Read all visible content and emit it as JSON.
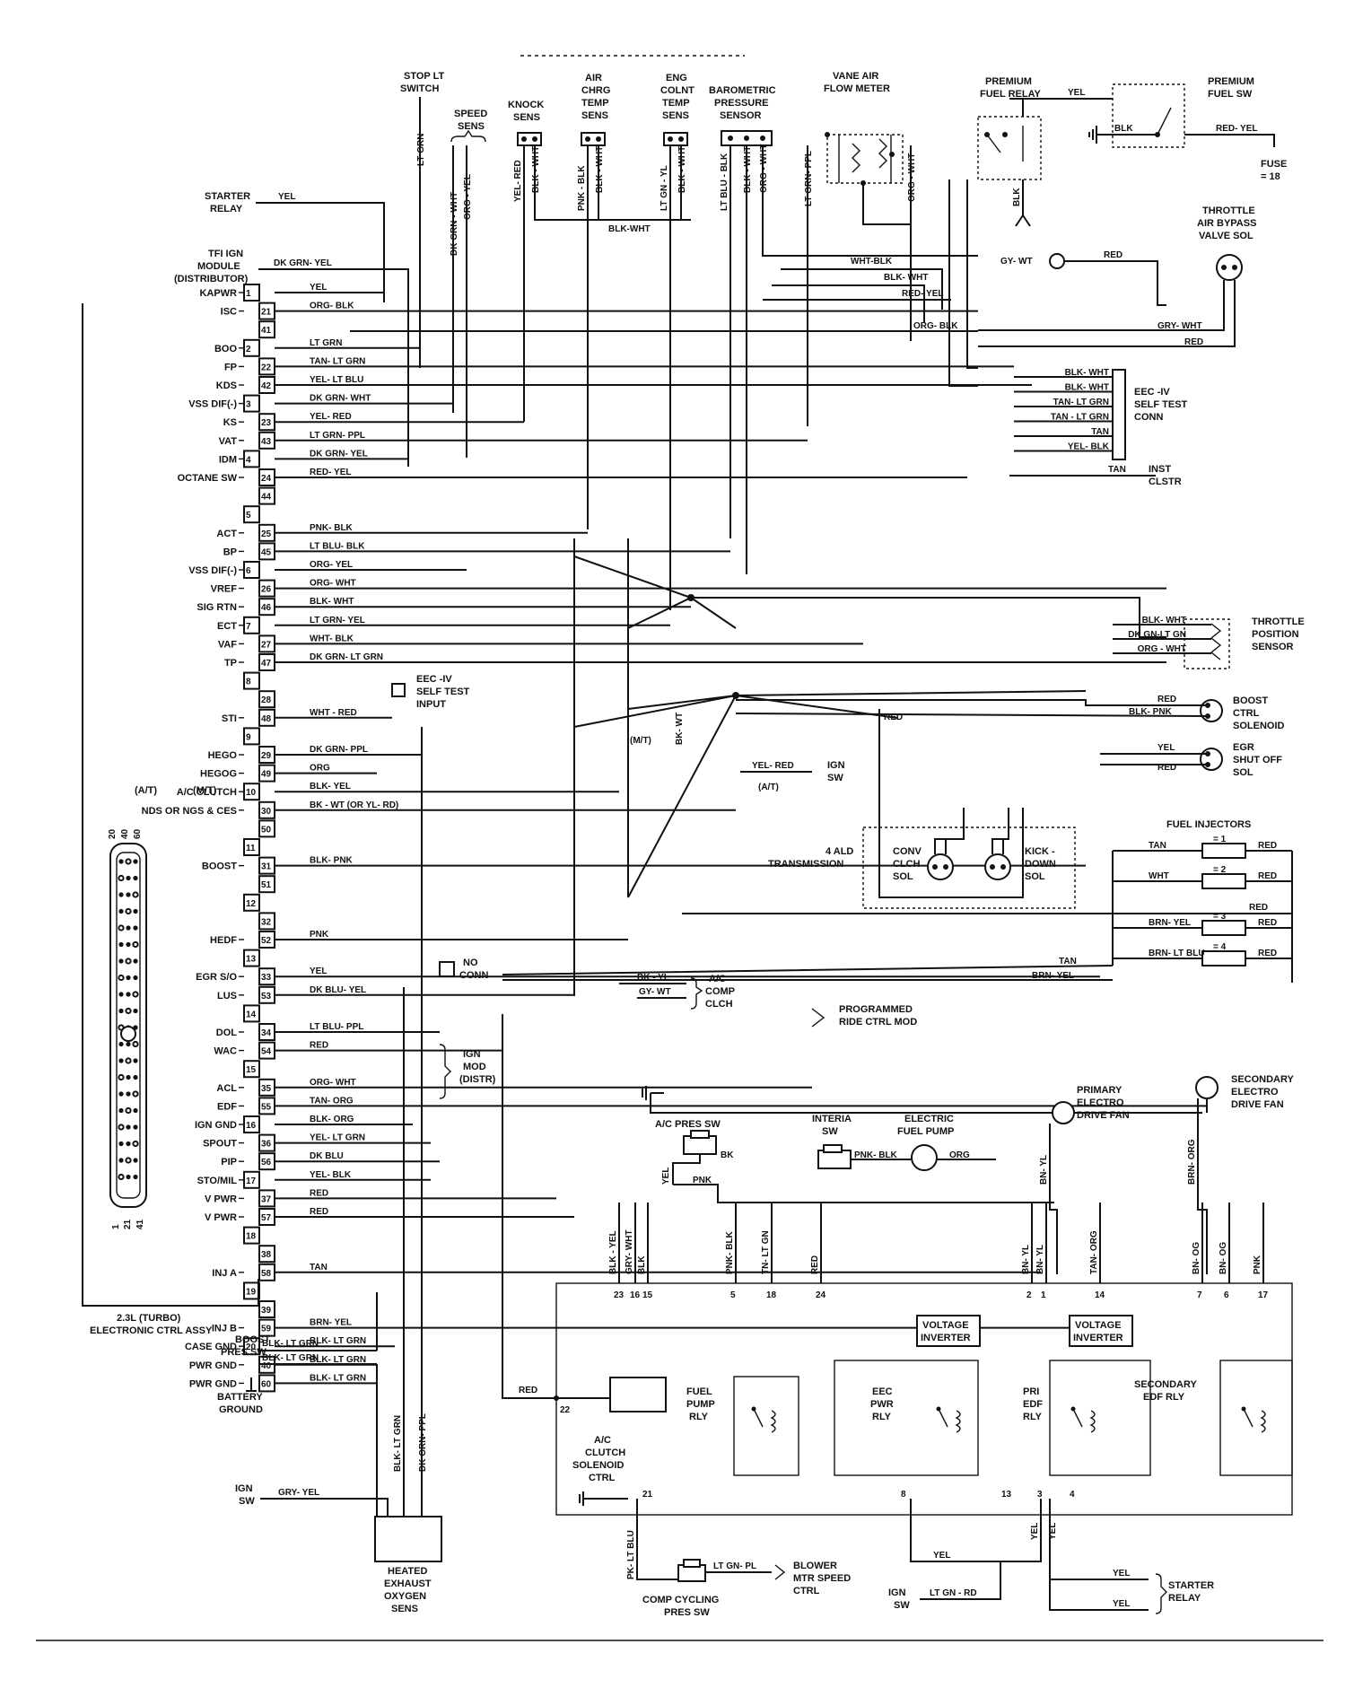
{
  "ecu": {
    "left_labels": [
      {
        "id": "kapwr",
        "text": "KAPWR",
        "pin": "1"
      },
      {
        "id": "isc",
        "text": "ISC",
        "pin": "21"
      },
      {
        "id": "p41",
        "text": "",
        "pin": "41"
      },
      {
        "id": "boo",
        "text": "BOO",
        "pin": "2"
      },
      {
        "id": "fp",
        "text": "FP",
        "pin": "22"
      },
      {
        "id": "kds",
        "text": "KDS",
        "pin": "42"
      },
      {
        "id": "vssm",
        "text": "VSS DIF(-)",
        "pin": "3"
      },
      {
        "id": "ks",
        "text": "KS",
        "pin": "23"
      },
      {
        "id": "vat",
        "text": "VAT",
        "pin": "43"
      },
      {
        "id": "idm",
        "text": "IDM",
        "pin": "4"
      },
      {
        "id": "octane",
        "text": "OCTANE SW",
        "pin": "24"
      },
      {
        "id": "p44",
        "text": "",
        "pin": "44"
      },
      {
        "id": "p5",
        "text": "",
        "pin": "5"
      },
      {
        "id": "act",
        "text": "ACT",
        "pin": "25"
      },
      {
        "id": "bp",
        "text": "BP",
        "pin": "45"
      },
      {
        "id": "vssp",
        "text": "VSS DIF(-)",
        "pin": "6"
      },
      {
        "id": "vref",
        "text": "VREF",
        "pin": "26"
      },
      {
        "id": "sigrtn",
        "text": "SIG RTN",
        "pin": "46"
      },
      {
        "id": "ect",
        "text": "ECT",
        "pin": "7"
      },
      {
        "id": "vaf",
        "text": "VAF",
        "pin": "27"
      },
      {
        "id": "tp",
        "text": "TP",
        "pin": "47"
      },
      {
        "id": "p8",
        "text": "",
        "pin": "8"
      },
      {
        "id": "p28",
        "text": "",
        "pin": "28"
      },
      {
        "id": "sti",
        "text": "STI",
        "pin": "48"
      },
      {
        "id": "p9",
        "text": "",
        "pin": "9"
      },
      {
        "id": "hego",
        "text": "HEGO",
        "pin": "29"
      },
      {
        "id": "hegog",
        "text": "HEGOG",
        "pin": "49"
      },
      {
        "id": "acclutch",
        "text": "A/C CLUTCH",
        "pin": "10"
      },
      {
        "id": "nds",
        "text": "NDS OR NGS & CES",
        "pin": "30"
      },
      {
        "id": "p50",
        "text": "",
        "pin": "50"
      },
      {
        "id": "p11",
        "text": "",
        "pin": "11"
      },
      {
        "id": "boost",
        "text": "BOOST",
        "pin": "31"
      },
      {
        "id": "p51",
        "text": "",
        "pin": "51"
      },
      {
        "id": "p12",
        "text": "",
        "pin": "12"
      },
      {
        "id": "p32",
        "text": "",
        "pin": "32"
      },
      {
        "id": "hedf",
        "text": "HEDF",
        "pin": "52"
      },
      {
        "id": "p13",
        "text": "",
        "pin": "13"
      },
      {
        "id": "egrso",
        "text": "EGR S/O",
        "pin": "33"
      },
      {
        "id": "lus",
        "text": "LUS",
        "pin": "53"
      },
      {
        "id": "p14",
        "text": "",
        "pin": "14"
      },
      {
        "id": "dol",
        "text": "DOL",
        "pin": "34"
      },
      {
        "id": "wac",
        "text": "WAC",
        "pin": "54"
      },
      {
        "id": "p15",
        "text": "",
        "pin": "15"
      },
      {
        "id": "acl",
        "text": "ACL",
        "pin": "35"
      },
      {
        "id": "edf",
        "text": "EDF",
        "pin": "55"
      },
      {
        "id": "igngnd",
        "text": "IGN GND",
        "pin": "16"
      },
      {
        "id": "spout",
        "text": "SPOUT",
        "pin": "36"
      },
      {
        "id": "pip",
        "text": "PIP",
        "pin": "56"
      },
      {
        "id": "stomil",
        "text": "STO/MIL",
        "pin": "17"
      },
      {
        "id": "vpwr1",
        "text": "V PWR",
        "pin": "37"
      },
      {
        "id": "vpwr2",
        "text": "V PWR",
        "pin": "57"
      },
      {
        "id": "p18",
        "text": "",
        "pin": "18"
      },
      {
        "id": "p38",
        "text": "",
        "pin": "38"
      },
      {
        "id": "inja",
        "text": "INJ A",
        "pin": "58"
      },
      {
        "id": "p19",
        "text": "",
        "pin": "19"
      },
      {
        "id": "p39",
        "text": "",
        "pin": "39"
      },
      {
        "id": "injb",
        "text": "INJ B",
        "pin": "59"
      },
      {
        "id": "casegnd",
        "text": "CASE GND",
        "pin": "20"
      },
      {
        "id": "pwrgnd1",
        "text": "PWR GND",
        "pin": "40"
      },
      {
        "id": "pwrgnd2",
        "text": "PWR GND",
        "pin": "60"
      }
    ],
    "wires": [
      {
        "row": "kapwr",
        "label": "YEL"
      },
      {
        "row": "isc",
        "label": "ORG- BLK"
      },
      {
        "row": "boo",
        "label": "LT GRN"
      },
      {
        "row": "fp",
        "label": "TAN- LT GRN"
      },
      {
        "row": "kds",
        "label": "YEL- LT BLU"
      },
      {
        "row": "vssm",
        "label": "DK GRN- WHT"
      },
      {
        "row": "ks",
        "label": "YEL- RED"
      },
      {
        "row": "vat",
        "label": "LT GRN- PPL"
      },
      {
        "row": "idm",
        "label": "DK GRN- YEL"
      },
      {
        "row": "octane",
        "label": "RED- YEL"
      },
      {
        "row": "act",
        "label": "PNK- BLK"
      },
      {
        "row": "bp",
        "label": "LT BLU- BLK"
      },
      {
        "row": "vssp",
        "label": "ORG- YEL"
      },
      {
        "row": "vref",
        "label": "ORG- WHT"
      },
      {
        "row": "sigrtn",
        "label": "BLK- WHT"
      },
      {
        "row": "ect",
        "label": "LT GRN- YEL"
      },
      {
        "row": "vaf",
        "label": "WHT- BLK"
      },
      {
        "row": "tp",
        "label": "DK GRN- LT GRN"
      },
      {
        "row": "sti",
        "label": "WHT - RED"
      },
      {
        "row": "hego",
        "label": "DK GRN- PPL"
      },
      {
        "row": "hegog",
        "label": "ORG"
      },
      {
        "row": "acclutch",
        "label": "BLK- YEL"
      },
      {
        "row": "nds",
        "label": "BK - WT (OR YL- RD)"
      },
      {
        "row": "boost",
        "label": "BLK- PNK"
      },
      {
        "row": "hedf",
        "label": "PNK"
      },
      {
        "row": "egrso",
        "label": "YEL"
      },
      {
        "row": "lus",
        "label": "DK BLU- YEL"
      },
      {
        "row": "dol",
        "label": "LT BLU- PPL"
      },
      {
        "row": "wac",
        "label": "RED"
      },
      {
        "row": "acl",
        "label": "ORG- WHT"
      },
      {
        "row": "edf",
        "label": "TAN- ORG"
      },
      {
        "row": "igngnd",
        "label": "BLK- ORG"
      },
      {
        "row": "spout",
        "label": "YEL- LT GRN"
      },
      {
        "row": "pip",
        "label": "DK BLU"
      },
      {
        "row": "stomil",
        "label": "YEL- BLK"
      },
      {
        "row": "vpwr1",
        "label": "RED"
      },
      {
        "row": "vpwr2",
        "label": "RED"
      },
      {
        "row": "inja",
        "label": "TAN"
      },
      {
        "row": "injb",
        "label": "BRN- YEL"
      },
      {
        "row": "casegnd",
        "label": "BLK- LT GRN"
      },
      {
        "row": "pwrgnd1",
        "label": "BLK- LT GRN"
      },
      {
        "row": "pwrgnd2",
        "label": "BLK- LT GRN"
      }
    ],
    "ecu_label": [
      "2.3L (TURBO)",
      "ELECTRONIC CTRL ASSY"
    ],
    "at_mt": {
      "at": "(A/T)",
      "mt": "(M/T)"
    }
  },
  "top_components": {
    "starter_relay": [
      "STARTER",
      "RELAY"
    ],
    "starter_wire": "YEL",
    "tfi": [
      "TFI IGN",
      "MODULE",
      "(DISTRIBUTOR)"
    ],
    "tfi_wire": "DK GRN- YEL",
    "stop_lt": [
      "STOP LT",
      "SWITCH"
    ],
    "stop_wire": "LT GRN",
    "speed_sens": [
      "SPEED",
      "SENS"
    ],
    "speed_wires": [
      "DK GRN - WHT",
      "ORG - YEL"
    ],
    "knock": [
      "KNOCK",
      "SENS"
    ],
    "knock_wires": [
      "YEL- RED",
      "BLK - WHT"
    ],
    "air_temp": [
      "AIR",
      "CHRG",
      "TEMP",
      "SENS"
    ],
    "air_wires": [
      "PNK - BLK",
      "BLK - WHT"
    ],
    "eng_temp": [
      "ENG",
      "COLNT",
      "TEMP",
      "SENS"
    ],
    "eng_wires": [
      "LT GN - YL",
      "BLK - WHT"
    ],
    "baro": [
      "BAROMETRIC",
      "PRESSURE",
      "SENSOR"
    ],
    "baro_wires": [
      "LT BLU - BLK",
      "BLK - WHT",
      "ORG - WHT"
    ],
    "vane_wire": "LT GRN- PPL",
    "vane": [
      "VANE AIR",
      "FLOW METER"
    ],
    "vane_wire2": "ORG - WHT",
    "premium_relay": [
      "PREMIUM",
      "FUEL RELAY"
    ],
    "premium_wire": "YEL",
    "premium_sw": [
      "PREMIUM",
      "FUEL SW"
    ],
    "premium_blk": "BLK",
    "premium_redyel": "RED- YEL",
    "fuse": [
      "FUSE",
      "= 18"
    ],
    "relay_blk": "BLK",
    "throttle_bypass": [
      "THROTTLE",
      "AIR BYPASS",
      "VALVE SOL"
    ],
    "bus_blkwht": "BLK-WHT"
  },
  "right_side": {
    "gywt": "GY- WT",
    "red1": "RED",
    "whtblk": "WHT-BLK",
    "blkwht": "BLK- WHT",
    "redyel": "RED- YEL",
    "orgblk": "ORG- BLK",
    "grywht": "GRY- WHT",
    "red2": "RED",
    "eec_conn_wires": [
      "BLK- WHT",
      "BLK- WHT",
      "TAN- LT GRN",
      "TAN - LT GRN",
      "TAN",
      "YEL- BLK"
    ],
    "eec_conn": [
      "EEC -IV",
      "SELF TEST",
      "CONN"
    ],
    "inst_wire": "TAN",
    "inst": [
      "INST",
      "CLSTR"
    ],
    "tps_wires": [
      "BLK- WHT",
      "DK GN-LT GN",
      "ORG - WHT"
    ],
    "tps": [
      "THROTTLE",
      "POSITION",
      "SENSOR"
    ],
    "eec_input": [
      "EEC -IV",
      "SELF TEST",
      "INPUT"
    ],
    "boost_sol_wires": [
      "RED",
      "BLK- PNK"
    ],
    "boost_sol": [
      "BOOST",
      "CTRL",
      "SOLENOID"
    ],
    "red_mid": "RED",
    "egr_wires": [
      "YEL",
      "RED"
    ],
    "egr": [
      "EGR",
      "SHUT OFF",
      "SOL"
    ],
    "mt_label": "(M/T)",
    "bkwt_vert": "BK- WT",
    "yelred": "YEL- RED",
    "ign_sw": [
      "IGN",
      "SW"
    ],
    "at_label": "(A/T)",
    "trans": [
      "4 ALD",
      "TRANSMISSION"
    ],
    "conv": [
      "CONV",
      "CLCH",
      "SOL"
    ],
    "kick": [
      "KICK -",
      "DOWN",
      "SOL"
    ],
    "fuel_inj": "FUEL INJECTORS",
    "inj_left_wires": [
      "TAN",
      "WHT",
      "BRN- YEL",
      "BRN- LT BLU"
    ],
    "inj_nums": [
      "= 1",
      "= 2",
      "= 3",
      "= 4"
    ],
    "inj_red": "RED",
    "inj_red_bus": "RED",
    "inj_tan": "TAN",
    "inj_brnyel": "BRN- YEL",
    "no_conn": [
      "NO",
      "CONN"
    ],
    "ac_comp_wires": [
      "BK - YL",
      "GY- WT"
    ],
    "ac_comp": [
      "A/C",
      "COMP",
      "CLCH"
    ],
    "prog_ride": [
      "PROGRAMMED",
      "RIDE CTRL MOD"
    ],
    "ign_mod": [
      "IGN",
      "MOD",
      "(DISTR)"
    ]
  },
  "bottom": {
    "ac_pres": "A/C PRES SW",
    "ac_bk": "BK",
    "ac_yel": "YEL",
    "pnk": "PNK",
    "interia": [
      "INTERIA",
      "SW"
    ],
    "pnk_blk": "PNK- BLK",
    "elec_pump": [
      "ELECTRIC",
      "FUEL PUMP"
    ],
    "pump_org": "ORG",
    "primary_fan": [
      "PRIMARY",
      "ELECTRO",
      "DRIVE FAN"
    ],
    "secondary_fan": [
      "SECONDARY",
      "ELECTRO",
      "DRIVE FAN"
    ],
    "bn_yl": "BN- YL",
    "bn_org": "BRN- ORG",
    "module_wires": [
      "BLK - YEL",
      "GRY- WHT",
      "BLK",
      "PNK- BLK",
      "TN- LT GN",
      "RED",
      "BN- YL",
      "BN- YL",
      "TAN- ORG",
      "BN- OG",
      "BN- OG",
      "PNK"
    ],
    "module_pins": [
      "23",
      "16",
      "15",
      "5",
      "18",
      "24",
      "2",
      "1",
      "14",
      "7",
      "6",
      "17"
    ],
    "voltage_inv": [
      "VOLTAGE",
      "INVERTER"
    ],
    "fuel_pump_rly": [
      "FUEL",
      "PUMP",
      "RLY"
    ],
    "eec_pwr_rly": [
      "EEC",
      "PWR",
      "RLY"
    ],
    "pri_edf": [
      "PRI",
      "EDF",
      "RLY"
    ],
    "sec_edf": [
      "SECONDARY",
      "EDF RLY"
    ],
    "ac_clutch_sol": [
      "A/C",
      "CLUTCH",
      "SOLENOID",
      "CTRL"
    ],
    "pin22": "22",
    "pin21": "21",
    "pin8": "8",
    "pin13": "13",
    "pin3": "3",
    "pin4": "4",
    "red_feed": "RED",
    "boost_pres": [
      "BOOST",
      "PRES SW"
    ],
    "boost_wires": [
      "BLK- LT GRN",
      "BLK- LT GRN"
    ],
    "battery_ground": [
      "BATTERY",
      "GROUND"
    ],
    "ign_sw2": [
      "IGN",
      "SW"
    ],
    "gry_yel": "GRY- YEL",
    "heated": [
      "HEATED",
      "EXHAUST",
      "OXYGEN",
      "SENS"
    ],
    "heated_wires": [
      "BLK- LT GRN",
      "DK GRN- PPL"
    ],
    "pk_ltblu": "PK- LT BLU",
    "comp_cycling": [
      "COMP CYCLING",
      "PRES SW"
    ],
    "ltgn_pl": "LT GN- PL",
    "blower": [
      "BLOWER",
      "MTR SPEED",
      "CTRL"
    ],
    "yel_bottom": "YEL",
    "yel_vert": [
      "YEL",
      "YEL"
    ],
    "starter_wires": [
      "YEL",
      "YEL"
    ],
    "starter_relay": [
      "STARTER",
      "RELAY"
    ],
    "ign_sw3": [
      "IGN",
      "SW"
    ],
    "ltgn_rd": "LT GN - RD"
  },
  "connector_numbers": [
    "20",
    "40",
    "60",
    "1",
    "21",
    "41"
  ]
}
